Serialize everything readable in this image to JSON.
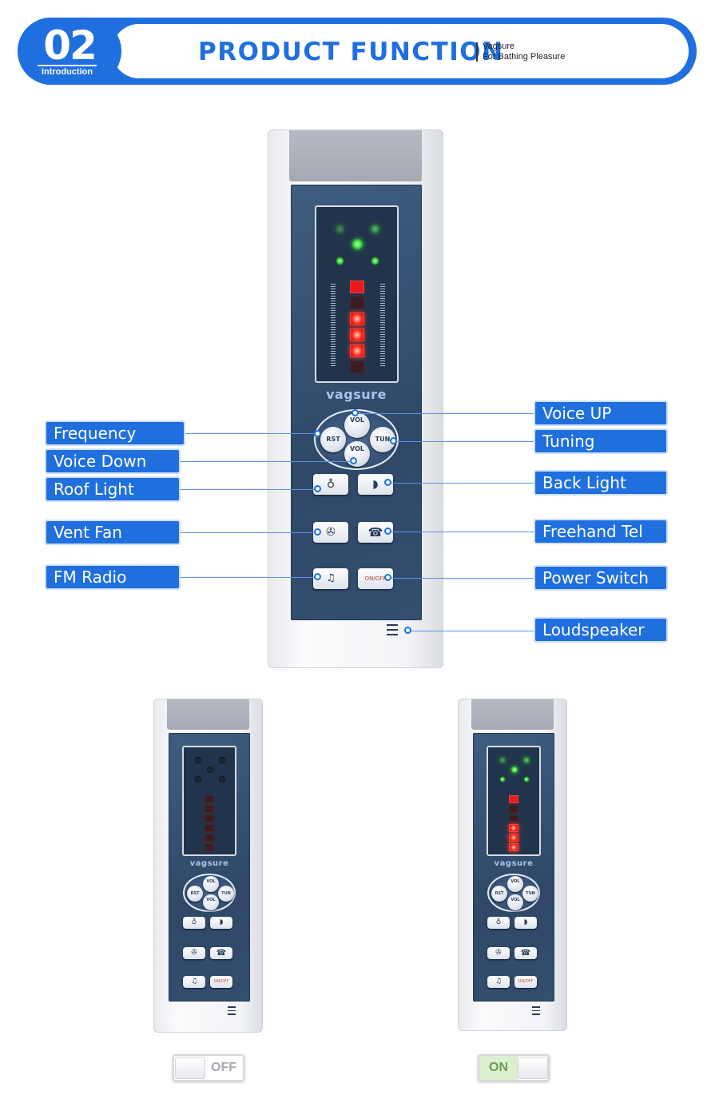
{
  "banner": {
    "number": "02",
    "number_caption": "Introduction",
    "title": "PRODUCT FUNCTION",
    "brand_name": "Vagsure",
    "tagline": "For Bathing Pleasure"
  },
  "remote": {
    "brand": "vagsure",
    "buttons": {
      "vol_up": "VOL",
      "vol_down": "VOL",
      "rst": "RST",
      "tun": "TUN",
      "roof_light_icon": "bulb-icon",
      "back_light_icon": "back-light-icon",
      "fan_icon": "fan-icon",
      "tel_icon": "telephone-icon",
      "fm_icon": "fm-radio-icon",
      "power": "ON/OFF"
    }
  },
  "callouts": {
    "left": [
      "Frequency Reset",
      "Voice Down",
      "Roof Light",
      "Vent Fan",
      "FM Radio"
    ],
    "right": [
      "Voice UP",
      "Tuning",
      "Back Light",
      "Freehand Tel",
      "Power Switch",
      "Loudspeaker"
    ]
  },
  "states": {
    "off_label": "OFF",
    "on_label": "ON",
    "off_level": 0,
    "on_level": 0.5
  },
  "colors": {
    "accent": "#1f6fdf",
    "led_green": "#3ce53c",
    "led_red": "#ff2a1a"
  }
}
